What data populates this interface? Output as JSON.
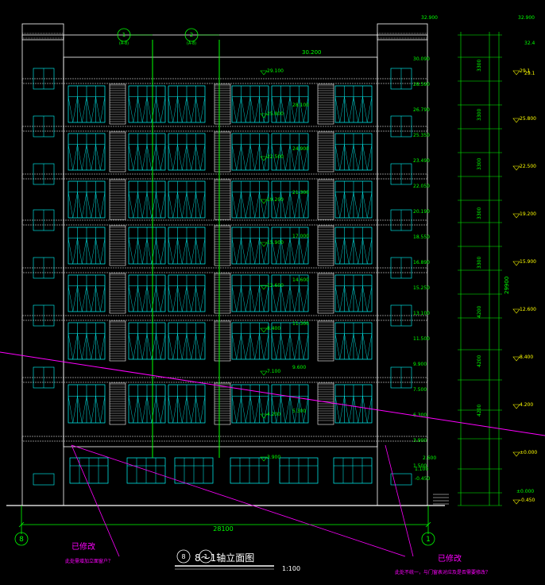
{
  "drawing": {
    "title": "8～1轴立面图",
    "scale": "1:100",
    "axis_left": "8",
    "axis_right": "1",
    "grid_bubble_1": "1",
    "grid_bubble_1_sub": "(A-8)",
    "grid_bubble_2": "2",
    "grid_bubble_2_sub": "(A-8)",
    "overall_width": "28100",
    "overall_height": "30.200",
    "total_height_dim": "29900",
    "top_marks": [
      "32.900",
      "32.900",
      "32.4"
    ],
    "roof_mark": "29.1",
    "floor_marks_mid": [
      "29.100",
      "25.800",
      "22.500",
      "19.200",
      "15.900",
      "12.600",
      "8.400",
      "7.100",
      "4.200",
      "3.900"
    ],
    "floor_marks_inner": [
      "28.100",
      "24.900",
      "21.300",
      "17.000",
      "14.600",
      "11.300",
      "9.600",
      "5.300"
    ],
    "right_marks": [
      "30.090",
      "28.590",
      "26.790",
      "25.350",
      "23.490",
      "22.050",
      "20.190",
      "18.550",
      "16.890",
      "15.250",
      "13.100",
      "11.500",
      "9.900",
      "7.500",
      "6.300",
      "3.900",
      "1.500"
    ],
    "far_right_marks": [
      "29.1",
      "25.800",
      "22.500",
      "19.200",
      "15.900",
      "12.600",
      "8.400",
      "4.200",
      "±0.000",
      "-0.450"
    ],
    "right_dims": [
      "3300",
      "3300",
      "3300",
      "3300",
      "3300",
      "4200",
      "4200",
      "4200"
    ],
    "ground_marks": [
      "2.600",
      "1.100",
      "-0.450",
      "±0.000"
    ],
    "annotation_left_title": "已修改",
    "annotation_left_note": "此处需增加立面窗户？",
    "annotation_right_title": "已修改",
    "annotation_right_note": "此处不统一，与门窗表对应及是否需要修改？"
  },
  "colors": {
    "background": "#000000",
    "line": "#ffffff",
    "window": "#00ffff",
    "axis": "#00ff00",
    "dim": "#00ff00",
    "annotation": "#ff00ff",
    "label": "#ffff00"
  }
}
